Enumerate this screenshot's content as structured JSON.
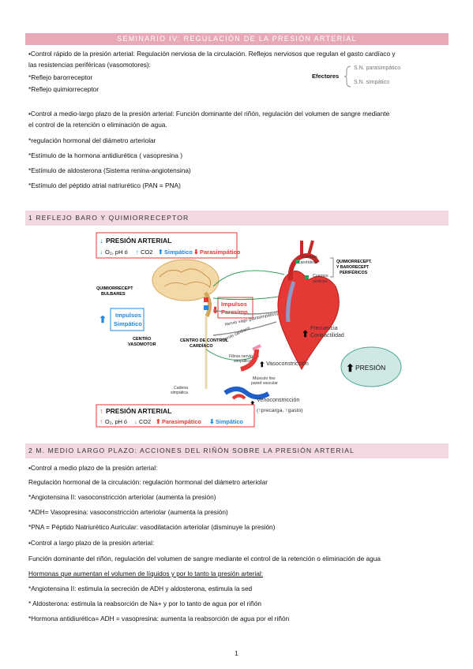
{
  "title": "SEMINARIO IV: REGULACIÓN DE LA PRESIÓN ARTERIAL",
  "intro": {
    "line1": "•Control rápido de la presión arterial: Regulación nerviosa de la circulación. Reflejos nerviosos que regulan el gasto cardíaco y",
    "line2": "las resistencias periféricas (vasomotores):",
    "item1": "*Reflejo barorreceptor",
    "item2": "*Reflejo quimiorreceptor",
    "efectores_label": "Efectores",
    "efectores_1": "S.N. parasimpático",
    "efectores_2": "S.N. simpático",
    "p2_line1": "•Control a medio-largo plazo de la presión arterial: Función dominante del riñón, regulación del volumen de sangre mediante",
    "p2_line2": "el control de la retención o eliminación de agua.",
    "items": [
      "*regulación hormonal del diámetro arteriolar",
      "*Estímulo de la hormona antidiurética ( vasopresina )",
      "*Estímulo de aldosterona (Sistema renina-angiotensina)",
      "*Estímulo del péptido atrial natriurético (PAN = PNA)"
    ]
  },
  "section1": {
    "title": "1 REFLEJO BARO Y QUIMIORRECEPTOR"
  },
  "figure": {
    "top_box_title": "PRESIÓN ARTERIAL",
    "top_box_o2": "O₂, pH ó",
    "top_box_co2": "CO2",
    "top_box_simp": "Simpático",
    "top_box_para": "Parasimpático",
    "quimio_bulbares_1": "QUIMIORRECEPT",
    "quimio_bulbares_2": "BULBARES",
    "impulsos_simp_1": "Impulsos",
    "impulsos_simp_2": "Simpático",
    "impulsos_para_1": "Impulsos",
    "impulsos_para_2": "Parasimp.",
    "centro_vasomotor_1": "CENTRO",
    "centro_vasomotor_2": "VASOMOTOR",
    "centro_control_1": "CENTRO DE CONTROL",
    "centro_control_2": "CARDÍACO",
    "nervio_vago": "Nervio vago (parasimpático)",
    "nervio_cardiaco": "Nervio cardíaco",
    "cuerpos_carotideos_1": "Cuerpos",
    "cuerpos_carotideos_2": "carotídeos",
    "cuerpos_aorticos_1": "Cuerpos",
    "cuerpos_aorticos_2": "aórticos",
    "quimio_perif_1": "QUIMIORRECEPT.",
    "quimio_perif_2": "Y BARORECEPT",
    "quimio_perif_3": "PERIFÉRICOS",
    "frecuencia": "Frecuencia",
    "contractilidad": "Contractilidad",
    "fibras_1": "Fibras nerviosas",
    "fibras_2": "simpáticas",
    "vasoconstriccion": "Vasoconstricción",
    "presion": "PRESIÓN",
    "musculo_1": "Músculo liso",
    "musculo_2": "pared vascular",
    "cadena_1": "Cadena",
    "cadena_2": "simpática",
    "venoconstriccion": "Venoconstricción",
    "precarga": "(↑precarga, ↑gasto)",
    "bottom_box_title": "PRESIÓN ARTERIAL",
    "bottom_box_o2": "O₂, pH ó",
    "bottom_box_co2": "CO2",
    "bottom_box_para": "Parasimpático",
    "bottom_box_simp": "Simpático"
  },
  "section2": {
    "title": "2 M. MEDIO LARGO PLAZO: ACCIONES DEL RIÑÓN SOBRE LA PRESIÓN ARTERIAL"
  },
  "body2": {
    "lines": [
      "•Control a medio plazo de la presión arterial:",
      "Regulación hormonal de la circulación: regulación hormonal del diámetro arteriolar",
      "*Angiotensina II: vasoconstricción arteriolar (aumenta la presión)",
      "*ADH= Vasopresina: vasoconstricción arteriolar (aumenta la presión)",
      "*PNA = Péptido Natriurético Auricular: vasodilatación arteriolar (disminuye la presión)",
      "•Control a largo plazo de la presión arterial:",
      "Función dominante del riñón, regulación del volumen de sangre mediante el control de la retención o eliminación de agua"
    ],
    "underlined": "Hormonas que aumentan el volumen de líquidos y por lo tanto la presión arterial:",
    "lines_after": [
      "*Angiotensina II: estimula la secreción de ADH y aldosterona, estimula la sed",
      "* Aldosterona: estimula la reabsorción de Na+ y por lo tanto de agua por el riñón",
      "*Hormona antidiurética= ADH = vasopresina: aumenta la reabsorción de agua por el riñón"
    ]
  },
  "page_number": "1",
  "colors": {
    "banner_main": "#e8a8b6",
    "banner_section": "#f2d9df",
    "simp_blue": "#1e88e5",
    "para_red": "#e53935"
  }
}
